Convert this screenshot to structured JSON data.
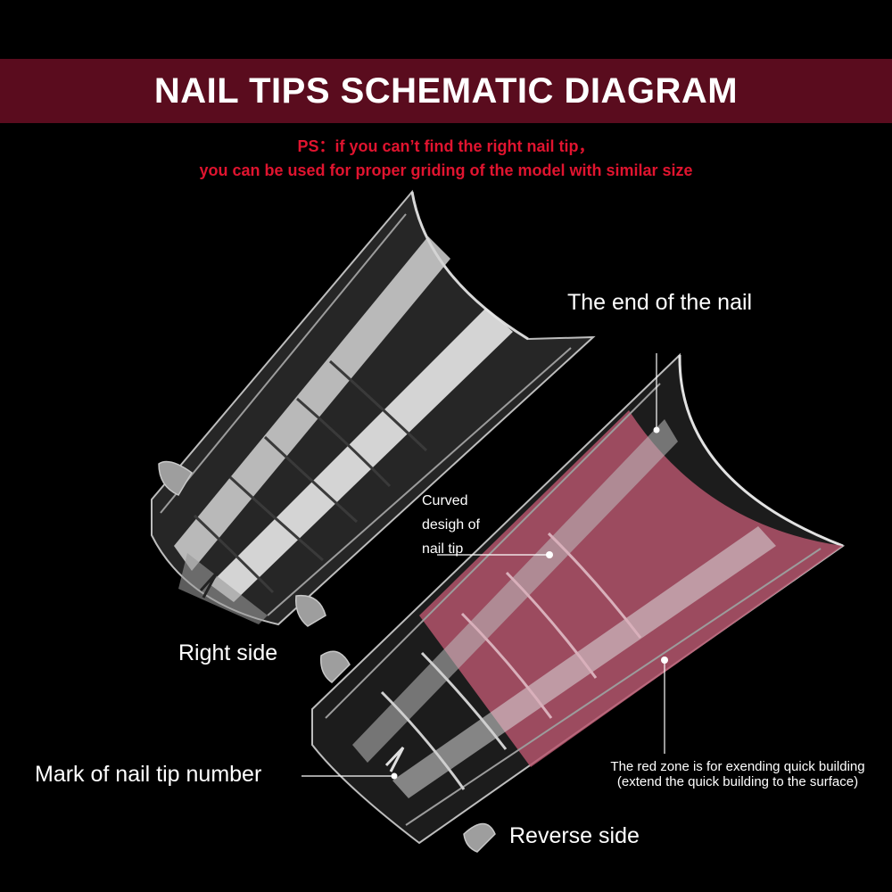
{
  "header": {
    "title": "NAIL TIPS SCHEMATIC DIAGRAM",
    "note_line1": "PS：if you can’t find the right nail tip，",
    "note_line2": "you can be used for proper griding of the model with similar size"
  },
  "labels": {
    "end_of_nail": "The end of the nail",
    "curved_design": "Curved desigh of nail tip",
    "right_side": "Right side",
    "mark_number": "Mark of nail tip number",
    "red_zone_line1": "The red zone is for exending quick building",
    "red_zone_line2": "(extend the quick building to the surface)",
    "reverse_side": "Reverse side"
  },
  "tip_number_mark": "1",
  "colors": {
    "banner": "#5a0c1e",
    "note_text": "#e0142f",
    "red_zone": "#b8566e"
  }
}
